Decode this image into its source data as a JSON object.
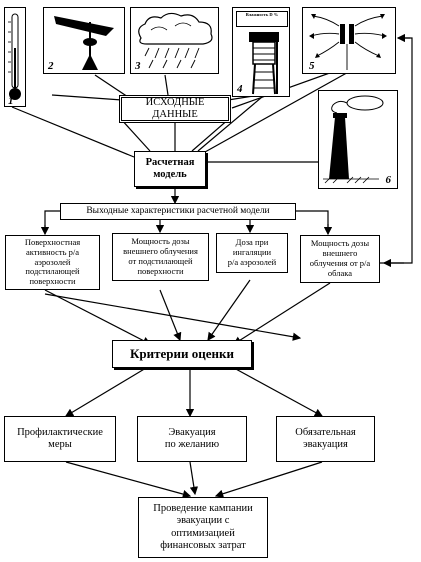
{
  "inputs": {
    "panels": [
      {
        "number": "1",
        "icon": "thermometer-icon"
      },
      {
        "number": "2",
        "icon": "wind-vane-icon"
      },
      {
        "number": "3",
        "icon": "rain-cloud-icon"
      },
      {
        "number": "4",
        "icon": "weather-station-icon",
        "sign_text": "Влажность D %"
      },
      {
        "number": "5",
        "icon": "wind-directions-icon"
      },
      {
        "number": "6",
        "icon": "emission-stack-icon"
      }
    ],
    "source_label": "ИСХОДНЫЕ\nДАННЫЕ"
  },
  "model": {
    "label": "Расчетная\nмодель"
  },
  "outputs": {
    "header": "Выходные характеристики расчетной модели",
    "items": [
      "Поверхностная\nактивность р/а\nаэрозолей\nподстилающей\nповерхности",
      "Мощность дозы\nвнешнего облучения\nот подстилающей\nповерхности",
      "Доза при\nингаляции\nр/а аэрозолей",
      "Мощность дозы\nвнешнего\nоблучения от р/а\nоблака"
    ]
  },
  "criteria": {
    "label": "Критерии оценки"
  },
  "measures": [
    "Профилактические\nмеры",
    "Эвакуация\nпо желанию",
    "Обязательная\nэвакуация"
  ],
  "final": {
    "label": "Проведение кампании\nэвакуации с\nоптимизацией\nфинансовых затрат"
  }
}
